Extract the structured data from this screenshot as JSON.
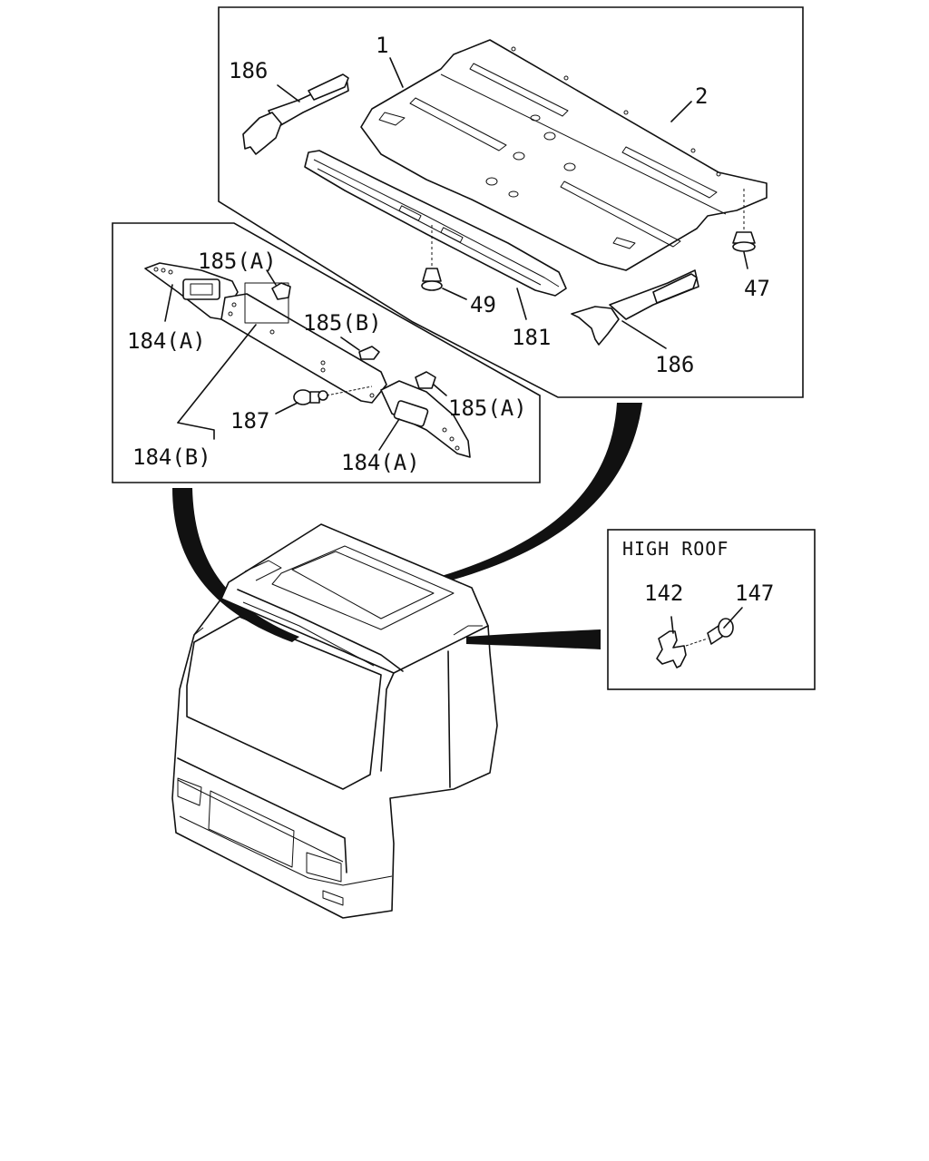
{
  "callouts": {
    "c1": "1",
    "c2": "2",
    "c186_top": "186",
    "c186_bottom": "186",
    "c47": "47",
    "c49": "49",
    "c181": "181",
    "c185A_top": "185(A)",
    "c185A_bottom": "185(A)",
    "c185B": "185(B)",
    "c184A_left": "184(A)",
    "c184A_right": "184(A)",
    "c184B": "184(B)",
    "c187": "187",
    "c142": "142",
    "c147": "147"
  },
  "inset": {
    "title": "HIGH ROOF"
  }
}
